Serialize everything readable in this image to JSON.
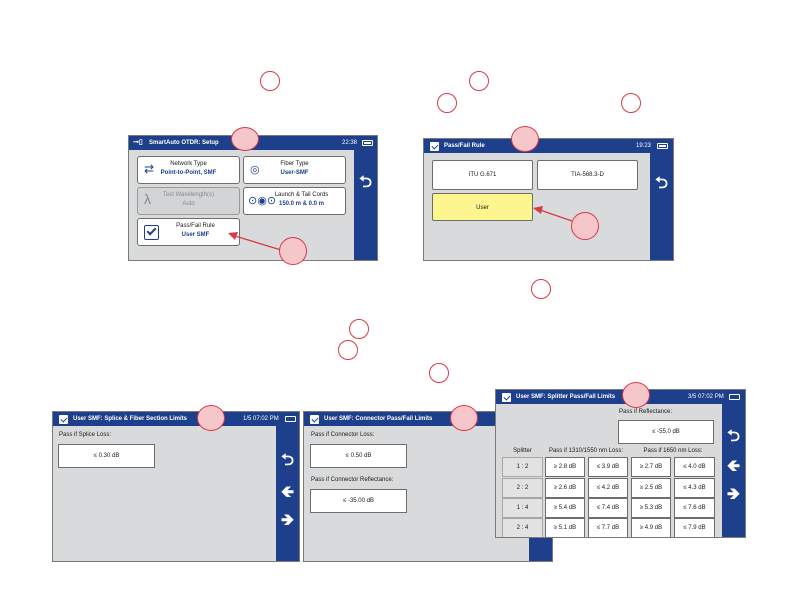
{
  "setup": {
    "title": "SmartAuto OTDR: Setup",
    "time": "22:38",
    "network_type": {
      "label": "Network Type",
      "value": "Point-to-Point, SMF"
    },
    "fiber_type": {
      "label": "Fiber Type",
      "value": "User-SMF"
    },
    "test_wavelength": {
      "label": "Test Wavelength(s)",
      "value": "Auto"
    },
    "launch_tail": {
      "label": "Launch & Tail Cords",
      "value": "150.0 m & 0.0 m"
    },
    "pass_fail": {
      "label": "Pass/Fail Rule",
      "value": "User SMF"
    }
  },
  "passfail_rule": {
    "title": "Pass/Fail Rule",
    "time": "19:23",
    "options": [
      "ITU G.671",
      "TIA-568.3-D",
      "User"
    ]
  },
  "splice": {
    "title": "User SMF: Splice & Fiber Section Limits",
    "page_time": "1/5 07:02 PM",
    "splice_loss_label": "Pass if Splice Loss:",
    "splice_loss_value": "≤ 0.30 dB"
  },
  "connector": {
    "title": "User SMF: Connector Pass/Fail Limits",
    "loss_label": "Pass if Connector Loss:",
    "loss_value": "≤ 0.50 dB",
    "refl_label": "Pass if Connector Reflectance:",
    "refl_value": "≤ -35.00 dB"
  },
  "splitter": {
    "title": "User SMF: Splitter Pass/Fail Limits",
    "page_time": "3/5 07:02 PM",
    "refl_label": "Pass if Reflectance:",
    "refl_value": "≤ -55.0 dB",
    "col_splitter": "Splitter",
    "col_1310": "Pass if 1310/1550 nm Loss:",
    "col_1650": "Pass if 1650 nm Loss:",
    "rows": [
      {
        "ratio": "1 : 2",
        "v1": "≥ 2.8 dB",
        "v2": "≤ 3.9 dB",
        "v3": "≥ 2.7 dB",
        "v4": "≤ 4.0 dB"
      },
      {
        "ratio": "2 : 2",
        "v1": "≥ 2.6 dB",
        "v2": "≤ 4.2 dB",
        "v3": "≥ 2.5 dB",
        "v4": "≤ 4.3 dB"
      },
      {
        "ratio": "1 : 4",
        "v1": "≥ 5.4 dB",
        "v2": "≤ 7.4 dB",
        "v3": "≥ 5.3 dB",
        "v4": "≤ 7.6 dB"
      },
      {
        "ratio": "2 : 4",
        "v1": "≥ 5.1 dB",
        "v2": "≤ 7.7 dB",
        "v3": "≥ 4.9 dB",
        "v4": "≤ 7.9 dB"
      }
    ]
  },
  "colors": {
    "titlebar": "#1e3f8c",
    "screen_bg": "#d9dadb",
    "selected": "#fdf58e",
    "callout": "#d83a46"
  },
  "icons": [
    "plug-icon",
    "battery-icon",
    "checkbox-icon",
    "back-arrow-icon",
    "left-arrow-icon",
    "right-arrow-icon",
    "lambda-icon",
    "fiber-icon",
    "exchange-arrows-icon",
    "spool-icon"
  ]
}
